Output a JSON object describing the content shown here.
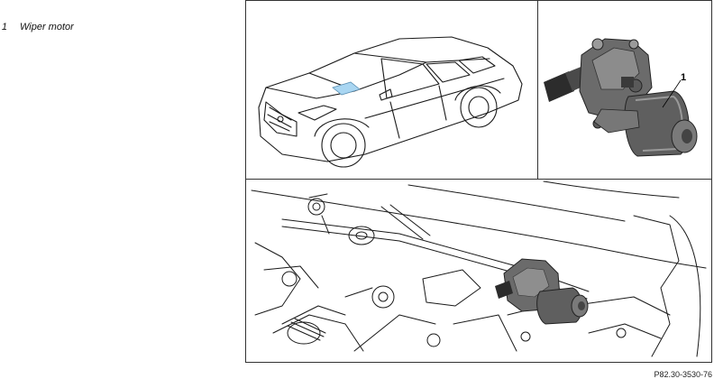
{
  "legend": {
    "items": [
      {
        "number": "1",
        "label": "Wiper motor"
      }
    ]
  },
  "callouts": {
    "motor_number": "1"
  },
  "colors": {
    "highlight": "#a9d6f2",
    "motor_dark": "#2c2c2c",
    "line": "#1a1a1a"
  },
  "reference_code": "P82.30-3530-76"
}
